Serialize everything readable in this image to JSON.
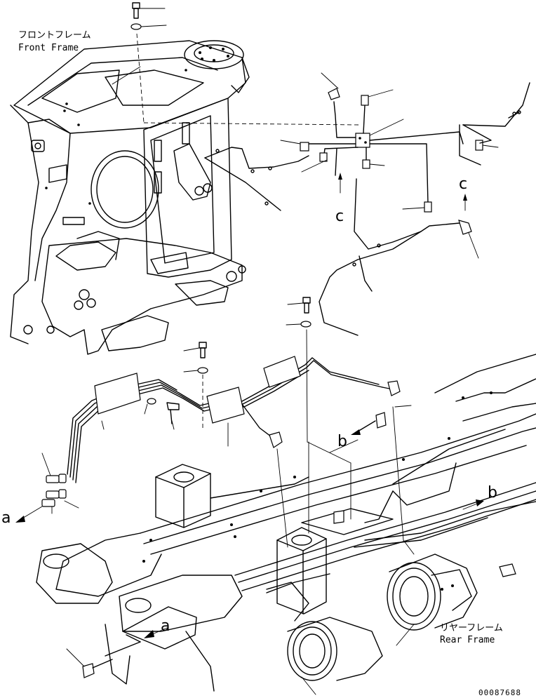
{
  "labels": {
    "front_frame_jp": "フロントフレーム",
    "front_frame_en": "Front Frame",
    "rear_frame_jp": "リヤーフレーム",
    "rear_frame_en": "Rear Frame"
  },
  "callouts": {
    "a_left": "a",
    "a_bottom": "a",
    "b_middle": "b",
    "b_right": "b",
    "c_left": "c",
    "c_right": "c"
  },
  "drawing_number": "00087688"
}
